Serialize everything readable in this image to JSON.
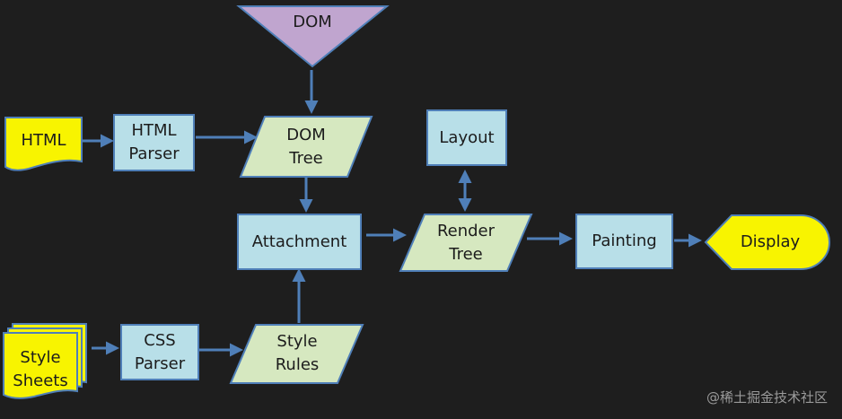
{
  "nodes": {
    "dom": "DOM",
    "html": "HTML",
    "html_parser": [
      "HTML",
      "Parser"
    ],
    "dom_tree": [
      "DOM",
      "Tree"
    ],
    "layout": "Layout",
    "attachment": "Attachment",
    "render_tree": [
      "Render",
      "Tree"
    ],
    "painting": "Painting",
    "display": "Display",
    "style_sheets": [
      "Style",
      "Sheets"
    ],
    "css_parser": [
      "CSS",
      "Parser"
    ],
    "style_rules": [
      "Style",
      "Rules"
    ]
  },
  "watermark": "@稀土掘金技术社区",
  "colors": {
    "background": "#1e1e1e",
    "process_fill": "#b8dfe8",
    "data_fill": "#d6e8c0",
    "document_fill": "#f8f400",
    "triangle_fill": "#c0a5cf",
    "border": "#4f7fb8",
    "arrow": "#4f7fb8"
  }
}
